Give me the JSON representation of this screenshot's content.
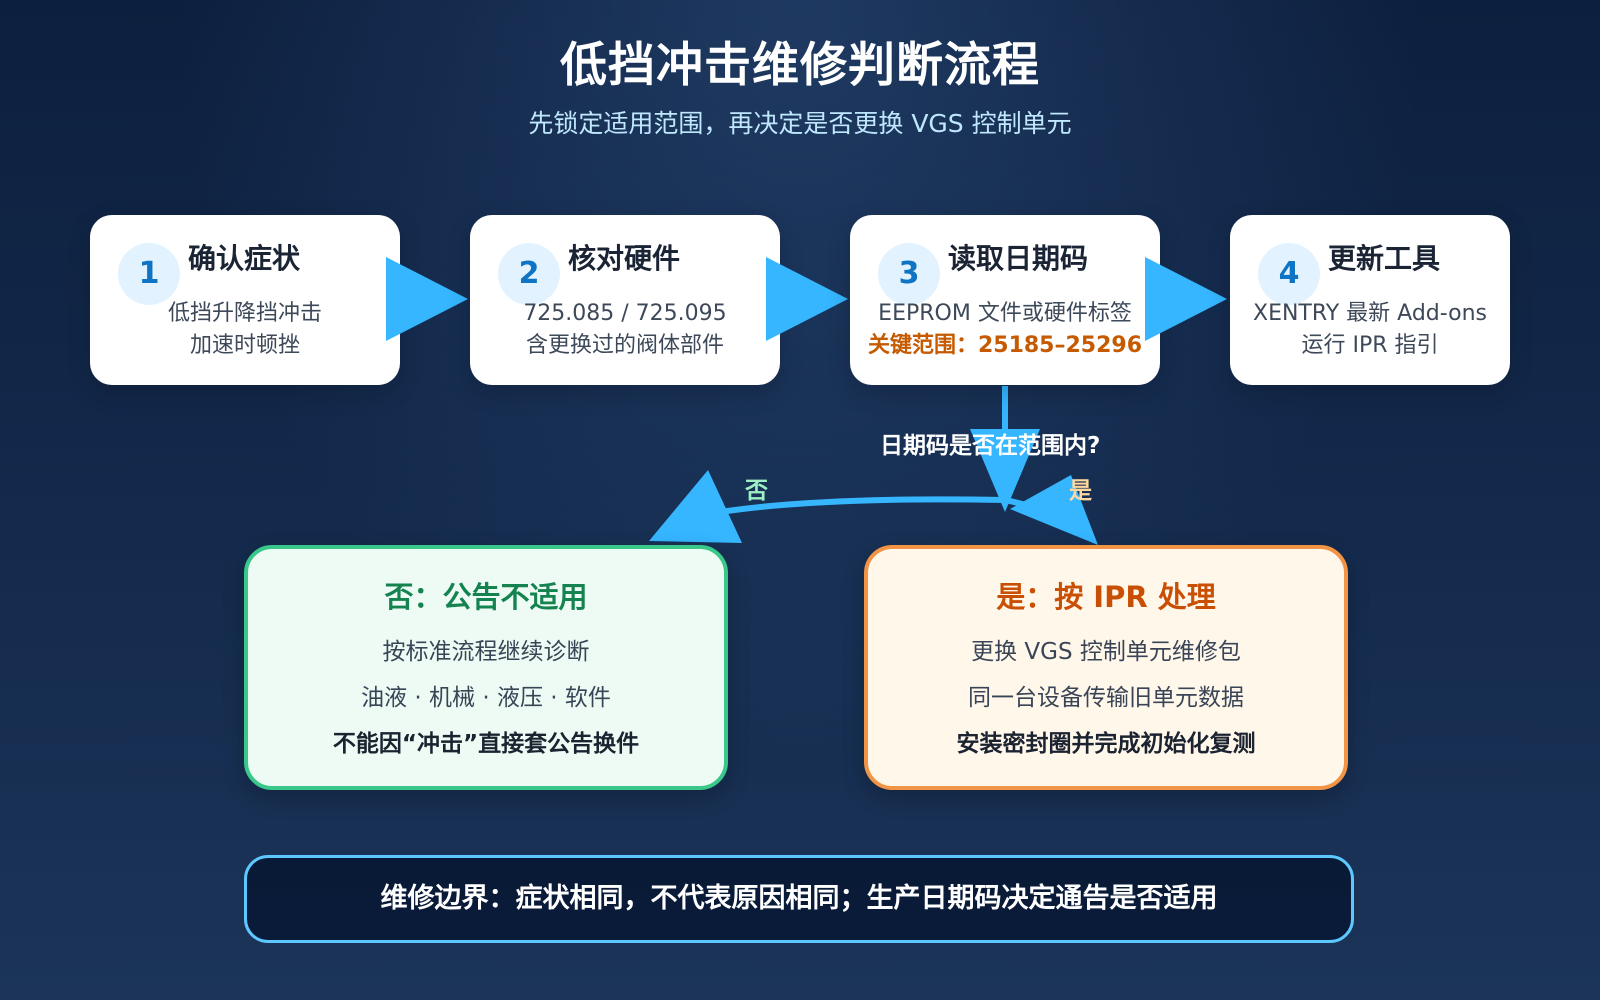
{
  "header": {
    "title": "低挡冲击维修判断流程",
    "subtitle": "先锁定适用范围，再决定是否更换 VGS 控制单元"
  },
  "steps": [
    {
      "number": "1",
      "title": "确认症状",
      "line1": "低挡升降挡冲击",
      "line2": "加速时顿挫"
    },
    {
      "number": "2",
      "title": "核对硬件",
      "line1": "725.085 / 725.095",
      "line2": "含更换过的阀体部件"
    },
    {
      "number": "3",
      "title": "读取日期码",
      "line1": "EEPROM 文件或硬件标签",
      "line2": "关键范围：25185–25296"
    },
    {
      "number": "4",
      "title": "更新工具",
      "line1": "XENTRY 最新 Add-ons",
      "line2": "运行 IPR 指引"
    }
  ],
  "decision": {
    "question": "日期码是否在范围内?",
    "no_label": "否",
    "yes_label": "是"
  },
  "outcomes": {
    "no": {
      "title": "否：公告不适用",
      "line1": "按标准流程继续诊断",
      "line2": "油液 · 机械 · 液压 · 软件",
      "line3": "不能因“冲击”直接套公告换件"
    },
    "yes": {
      "title": "是：按 IPR 处理",
      "line1": "更换 VGS 控制单元维修包",
      "line2": "同一台设备传输旧单元数据",
      "line3": "安装密封圈并完成初始化复测"
    }
  },
  "footer": {
    "note": "维修边界：症状相同，不代表原因相同；生产日期码决定通告是否适用"
  },
  "colors": {
    "background": "#13294b",
    "arrow_blue": "#35b6ff",
    "no_border": "#39c889",
    "yes_border": "#f19445",
    "highlight_orange": "#c55a00"
  }
}
